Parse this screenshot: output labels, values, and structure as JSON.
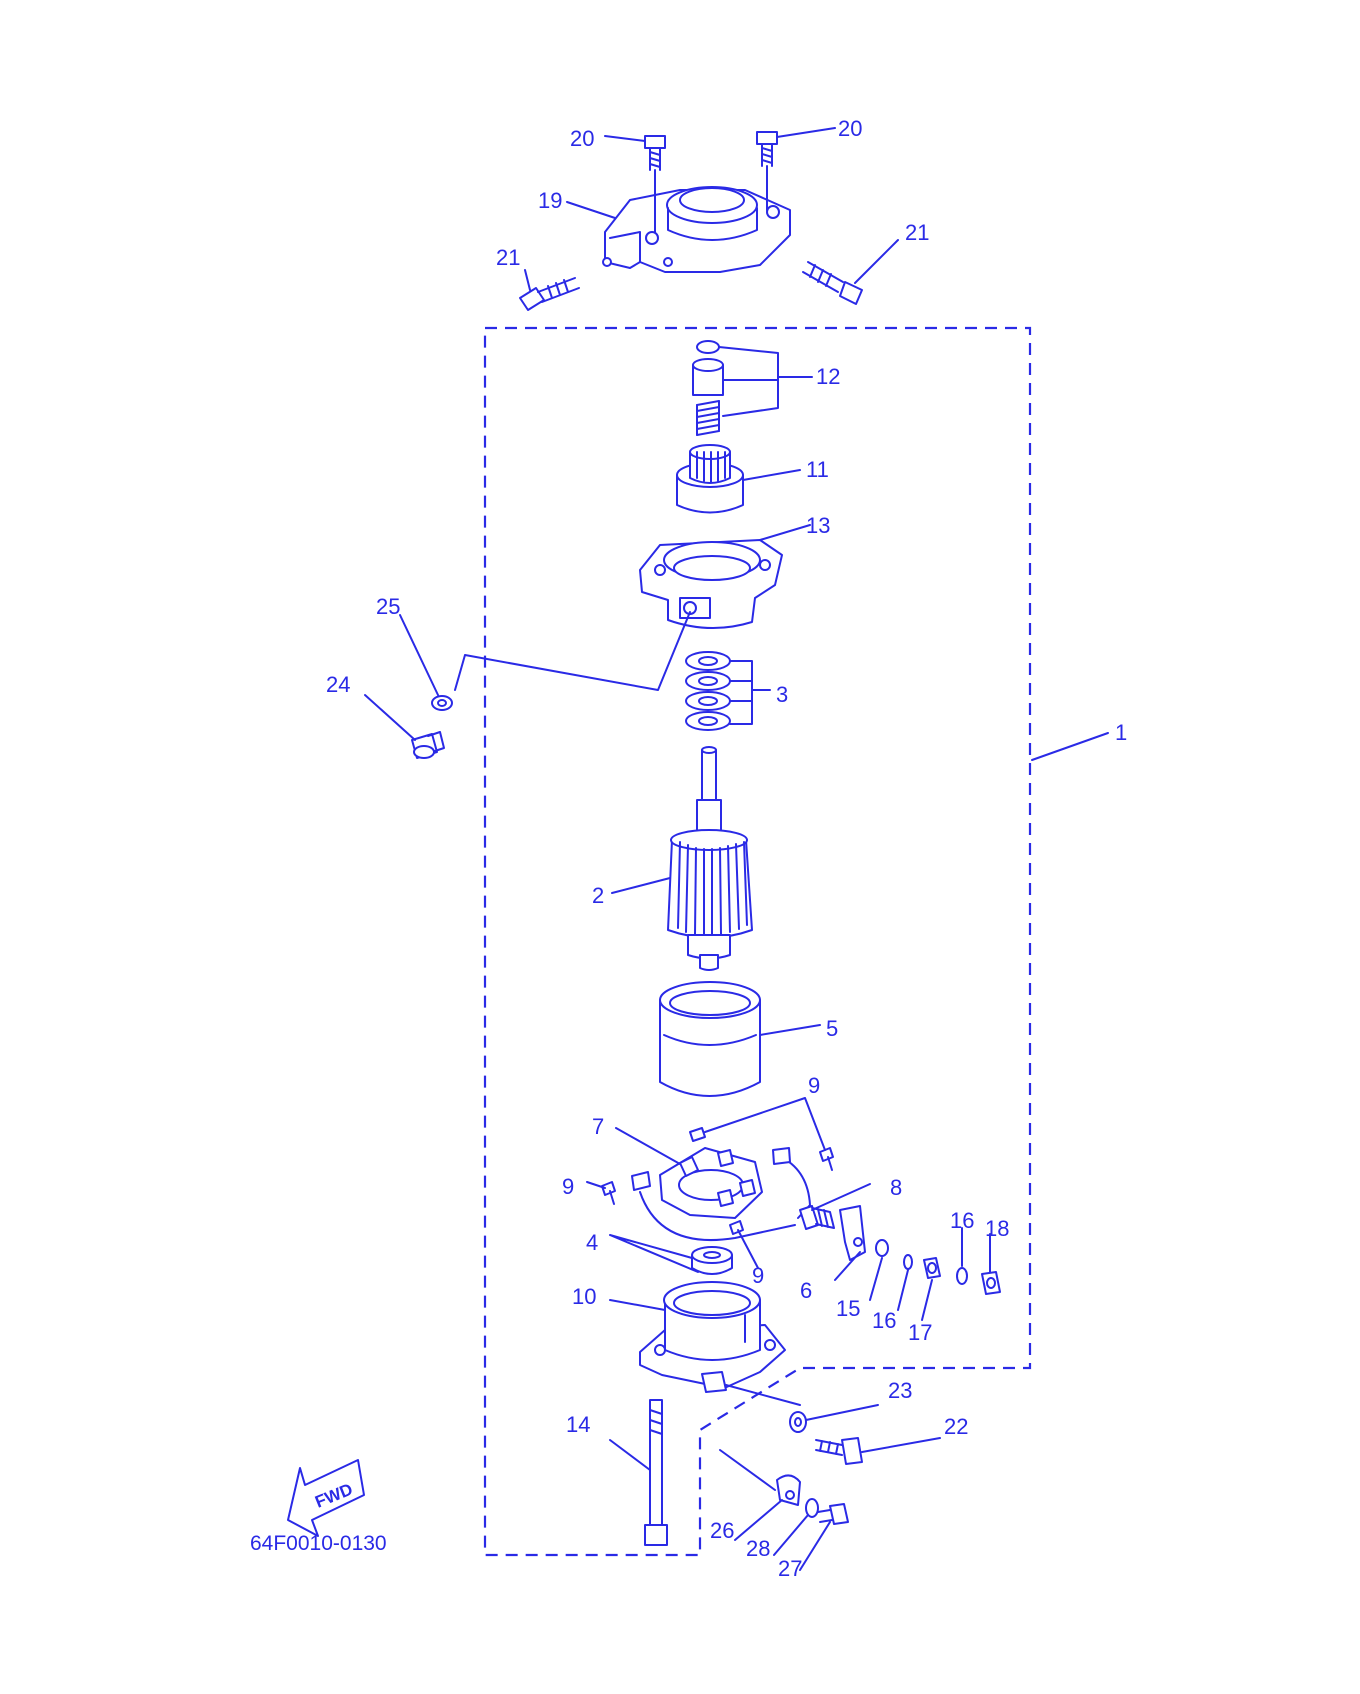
{
  "diagram": {
    "code": "64F0010-0130",
    "fwd_label": "FWD",
    "accent_color": "#2a2ae6",
    "callouts": [
      {
        "id": "c1",
        "text": "1"
      },
      {
        "id": "c2",
        "text": "2"
      },
      {
        "id": "c3",
        "text": "3"
      },
      {
        "id": "c4",
        "text": "4"
      },
      {
        "id": "c5",
        "text": "5"
      },
      {
        "id": "c6",
        "text": "6"
      },
      {
        "id": "c7",
        "text": "7"
      },
      {
        "id": "c8",
        "text": "8"
      },
      {
        "id": "c9a",
        "text": "9"
      },
      {
        "id": "c9b",
        "text": "9"
      },
      {
        "id": "c9c",
        "text": "9"
      },
      {
        "id": "c10",
        "text": "10"
      },
      {
        "id": "c11",
        "text": "11"
      },
      {
        "id": "c12",
        "text": "12"
      },
      {
        "id": "c13",
        "text": "13"
      },
      {
        "id": "c14",
        "text": "14"
      },
      {
        "id": "c15",
        "text": "15"
      },
      {
        "id": "c16a",
        "text": "16"
      },
      {
        "id": "c16b",
        "text": "16"
      },
      {
        "id": "c17",
        "text": "17"
      },
      {
        "id": "c18",
        "text": "18"
      },
      {
        "id": "c19",
        "text": "19"
      },
      {
        "id": "c20a",
        "text": "20"
      },
      {
        "id": "c20b",
        "text": "20"
      },
      {
        "id": "c21a",
        "text": "21"
      },
      {
        "id": "c21b",
        "text": "21"
      },
      {
        "id": "c22",
        "text": "22"
      },
      {
        "id": "c23",
        "text": "23"
      },
      {
        "id": "c24",
        "text": "24"
      },
      {
        "id": "c25",
        "text": "25"
      },
      {
        "id": "c26",
        "text": "26"
      },
      {
        "id": "c27",
        "text": "27"
      },
      {
        "id": "c28",
        "text": "28"
      }
    ]
  }
}
